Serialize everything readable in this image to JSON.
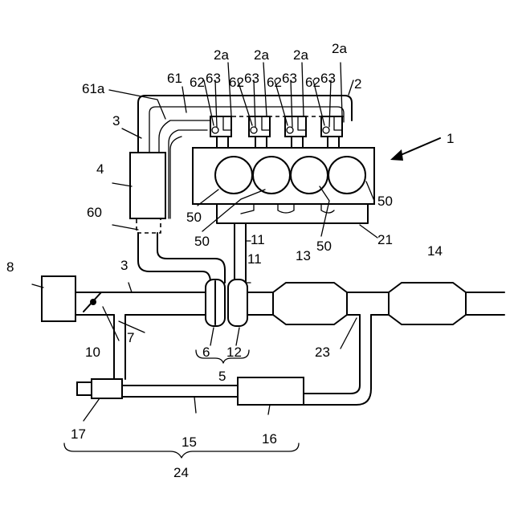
{
  "labels": {
    "engine": "1",
    "intake_manifold": "2",
    "port_2a": "2a",
    "intake_pipe": "3",
    "air_cleaner_module": "4",
    "joint_assembly": "5",
    "joint_a": "6",
    "branch_pipe": "7",
    "air_cleaner": "8",
    "throttle": "10",
    "exhaust_pipe": "11",
    "joint_b": "12",
    "catalyst_front": "13",
    "catalyst_rear": "14",
    "egr_pipe": "15",
    "egr_cooler": "16",
    "egr_valve": "17",
    "engine_block": "21",
    "egr_branch": "23",
    "egr_system": "24",
    "cylinder": "50",
    "pipe_60": "60",
    "pipe_61": "61",
    "pipe_61a": "61a",
    "valve_62": "62",
    "valve_63": "63"
  },
  "colors": {
    "line": "#000000",
    "background": "#ffffff"
  }
}
